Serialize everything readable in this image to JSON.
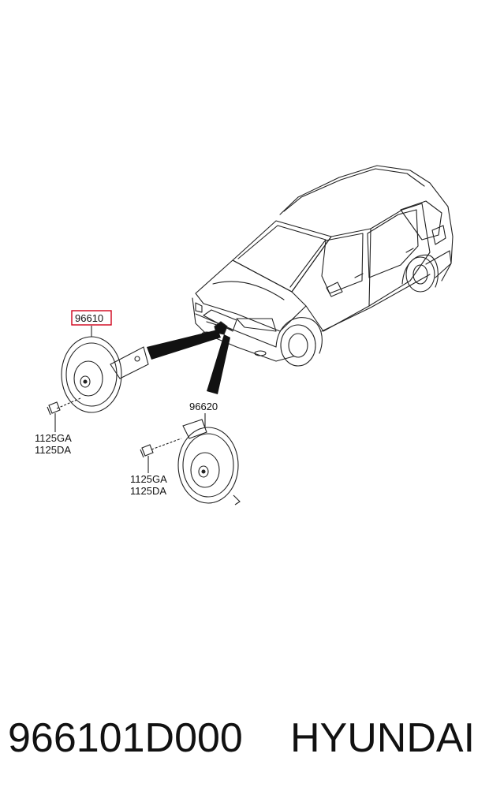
{
  "callouts": {
    "horn_a": "96610",
    "horn_b": "96620",
    "bolt_a_1": "1125GA",
    "bolt_a_2": "1125DA",
    "bolt_b_1": "1125GA",
    "bolt_b_2": "1125DA"
  },
  "highlight_color": "#d0021b",
  "footer": {
    "part_number": "966101D000",
    "brand": "HYUNDAI"
  }
}
